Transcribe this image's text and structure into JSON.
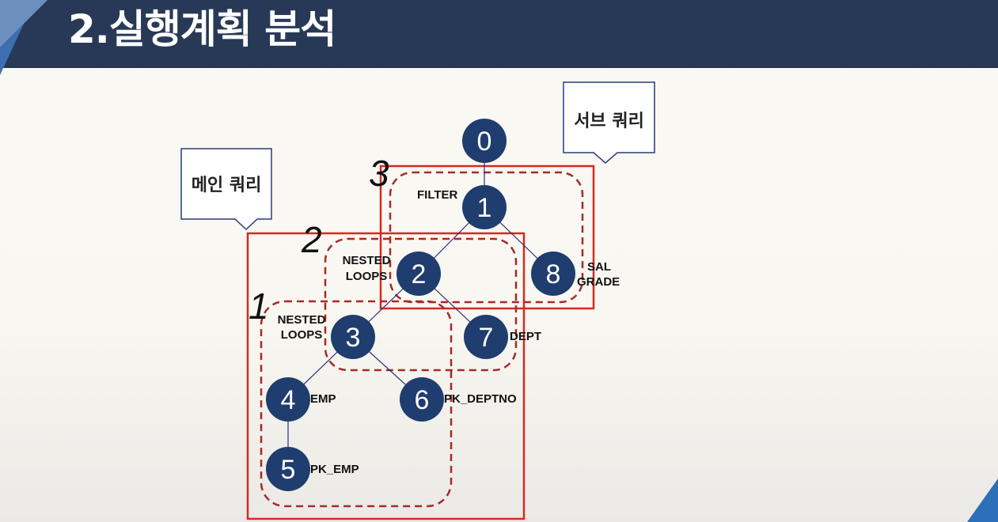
{
  "slide": {
    "title": "2.실행계획 분석"
  },
  "callouts": {
    "main_query": "메인 쿼리",
    "sub_query": "서브 쿼리"
  },
  "groups": [
    "1",
    "2",
    "3"
  ],
  "nodes": [
    {
      "id": "0",
      "label": ""
    },
    {
      "id": "1",
      "label": "FILTER"
    },
    {
      "id": "2",
      "label": "NESTED LOOPS"
    },
    {
      "id": "3",
      "label": "NESTED LOOPS"
    },
    {
      "id": "4",
      "label": "EMP"
    },
    {
      "id": "5",
      "label": "PK_EMP"
    },
    {
      "id": "6",
      "label": "PK_DEPTNO"
    },
    {
      "id": "7",
      "label": "DEPT"
    },
    {
      "id": "8",
      "label": "SAL GRADE"
    }
  ],
  "labels": {
    "filter": "FILTER",
    "nested1_line1": "NESTED",
    "nested1_line2": "LOOPS",
    "nested2_line1": "NESTED",
    "nested2_line2": "LOOPS",
    "sal_line1": "SAL",
    "sal_line2": "GRADE",
    "dept": "DEPT",
    "emp": "EMP",
    "pk_deptno": "PK_DEPTNO",
    "pk_emp": "PK_EMP"
  },
  "colors": {
    "header": "#283957",
    "node_fill": "#1f3d6e",
    "solid_box": "#d52a24",
    "dashed_box": "#a52a2a",
    "edge": "#2d2d7a"
  }
}
